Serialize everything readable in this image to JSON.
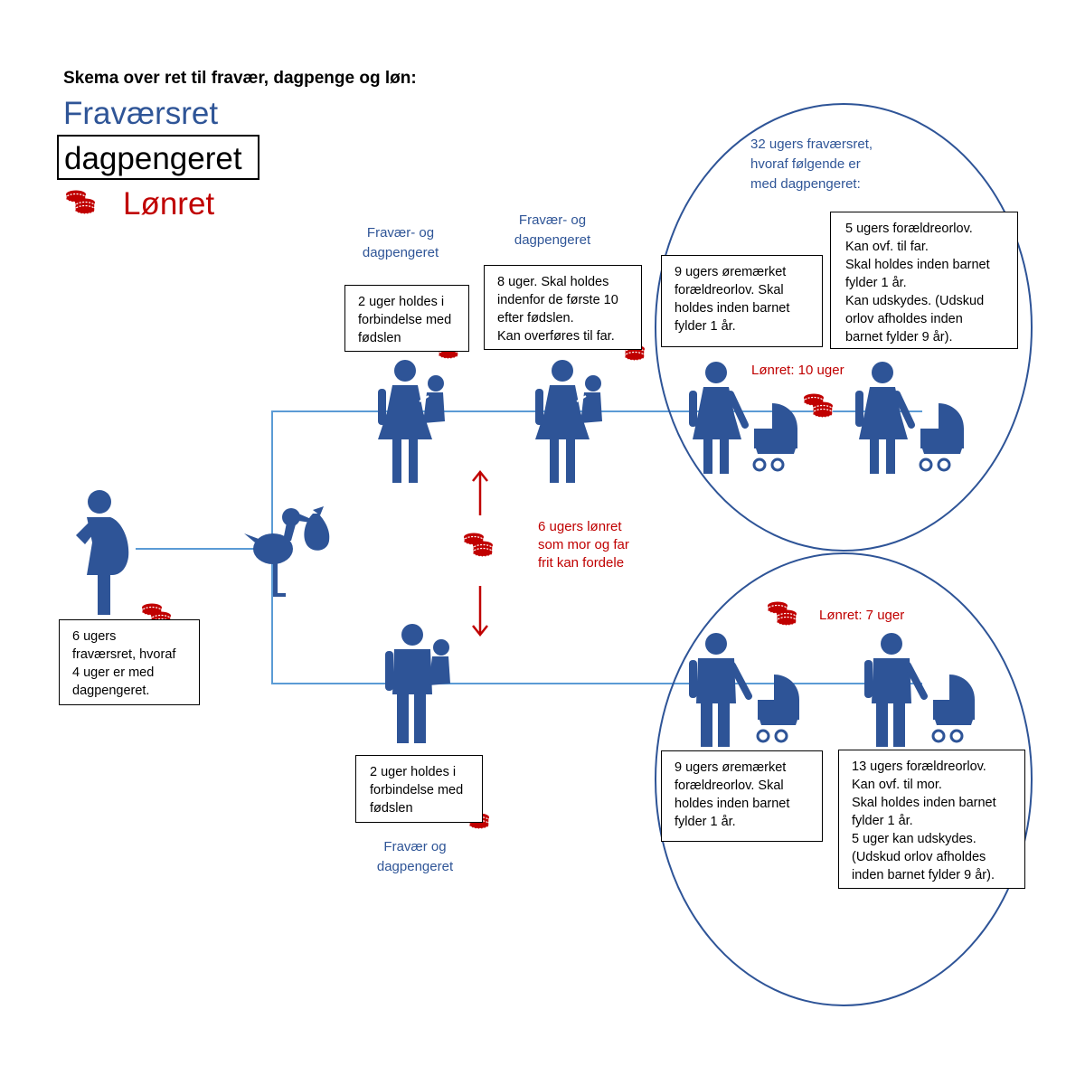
{
  "title": "Skema over ret til fravær, dagpenge og løn:",
  "legend": {
    "fravaer": "Fraværsret",
    "dagpenge": "dagpengeret",
    "loen": "Lønret"
  },
  "pregnancy_box": "6 ugers\nfraværsret, hvoraf\n4 uger er med\ndagpengeret.",
  "mother": {
    "label1": "Fravær- og\ndagpengeret",
    "box1": "2 uger holdes i\nforbindelse med\nfødslen",
    "label2": "Fravær- og\ndagpengeret",
    "box2": "8 uger. Skal holdes\nindenfor de første 10\nefter fødslen.\nKan overføres til far.",
    "circle_header": "32 ugers fraværsret,\nhvoraf følgende er\nmed dagpengeret:",
    "box3": "9 ugers øremærket\nforældreorlov. Skal\nholdes inden barnet\nfylder 1 år.",
    "box4": "5 ugers forældreorlov.\nKan ovf. til far.\nSkal holdes inden barnet\nfylder 1 år.\nKan udskydes. (Udskud\norlov afholdes inden\nbarnet fylder 9 år).",
    "loen": "Lønret: 10 uger"
  },
  "shared": "6 ugers lønret\nsom mor og far\nfrit kan fordele",
  "father": {
    "box1": "2 uger holdes i\nforbindelse med\nfødslen",
    "label1": "Fravær og\ndagpengeret",
    "loen": "Lønret: 7 uger",
    "box2": "9 ugers øremærket\nforældreorlov. Skal\nholdes inden barnet\nfylder 1 år.",
    "box3": "13 ugers forældreorlov.\nKan ovf. til mor.\nSkal holdes inden barnet\nfylder 1 år.\n5 uger kan udskydes.\n(Udskud orlov afholdes\ninden barnet fylder 9 år)."
  },
  "colors": {
    "blue": "#2f5597",
    "icon": "#2e5497",
    "line": "#5b9bd5",
    "red": "#c00000"
  }
}
